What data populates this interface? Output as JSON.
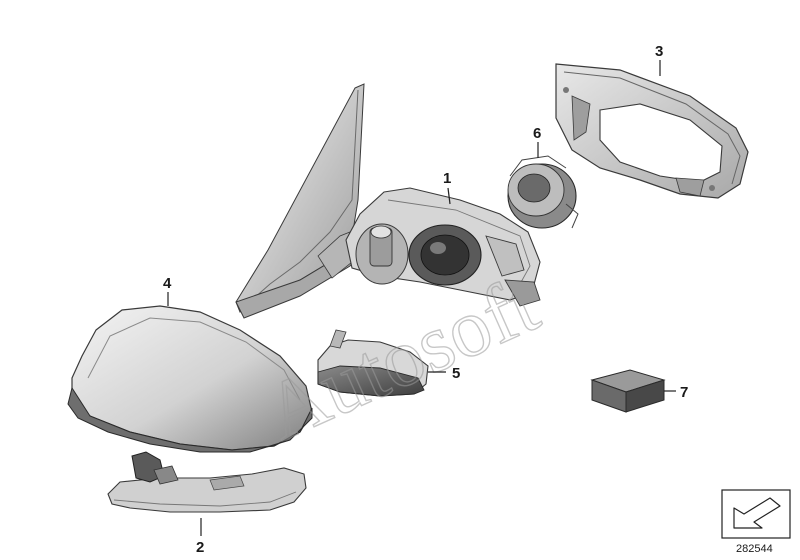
{
  "callouts": {
    "c1": "1",
    "c2": "2",
    "c3": "3",
    "c4": "4",
    "c5": "5",
    "c6": "6",
    "c7": "7"
  },
  "reference_number": "282544",
  "watermark": "Autosoft",
  "colors": {
    "part_light": "#e6e6e6",
    "part_mid": "#c4c4c4",
    "part_dark": "#8c8c8c",
    "outline": "#3a3a3a"
  }
}
